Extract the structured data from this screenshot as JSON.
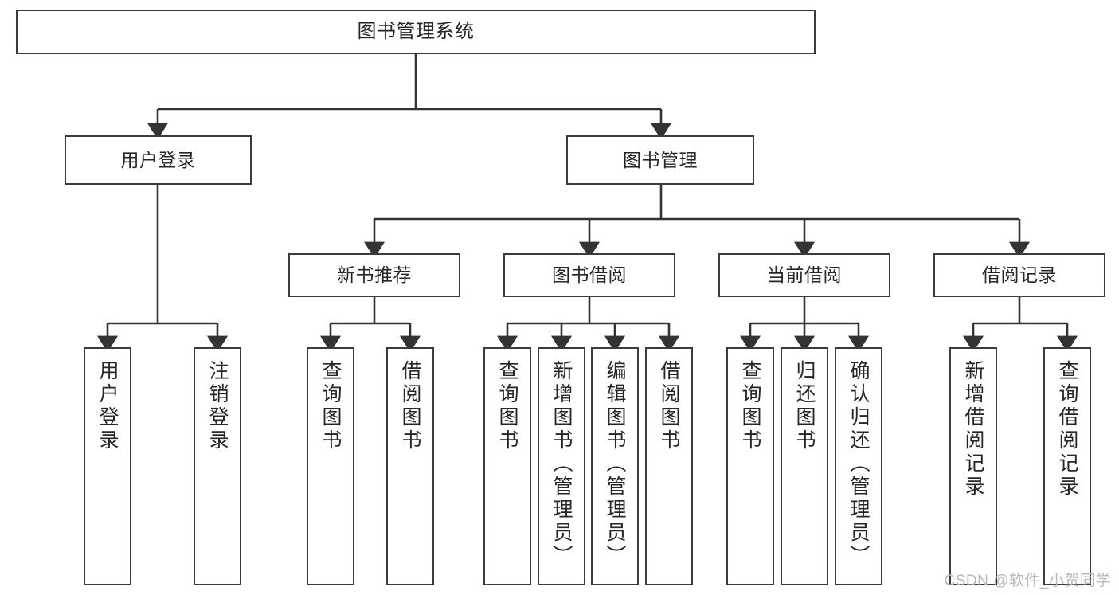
{
  "diagram": {
    "title": "图书管理系统",
    "type": "tree-hierarchy-chart",
    "root": {
      "label": "图书管理系统"
    },
    "level2": [
      {
        "label": "用户登录"
      },
      {
        "label": "图书管理"
      }
    ],
    "level3": [
      {
        "label": "新书推荐"
      },
      {
        "label": "图书借阅"
      },
      {
        "label": "当前借阅"
      },
      {
        "label": "借阅记录"
      }
    ],
    "leaves": {
      "user_login": [
        {
          "label": "用户登录"
        },
        {
          "label": "注销登录"
        }
      ],
      "new_book_recommend": [
        {
          "label": "查询图书"
        },
        {
          "label": "借阅图书"
        }
      ],
      "book_borrow": [
        {
          "label": "查询图书"
        },
        {
          "label": "新增图书（管理员）"
        },
        {
          "label": "编辑图书（管理员）"
        },
        {
          "label": "借阅图书"
        }
      ],
      "current_borrow": [
        {
          "label": "查询图书"
        },
        {
          "label": "归还图书"
        },
        {
          "label": "确认归还（管理员）"
        }
      ],
      "borrow_record": [
        {
          "label": "新增借阅记录"
        },
        {
          "label": "查询借阅记录"
        }
      ]
    }
  },
  "watermark": {
    "text": "CSDN @软件_小贺同学"
  },
  "colors": {
    "box_border": "#3b3b3b",
    "box_fill": "#ffffff",
    "text": "#262626",
    "connector": "#333333",
    "watermark": "#b9b9b9",
    "background": "#ffffff"
  }
}
